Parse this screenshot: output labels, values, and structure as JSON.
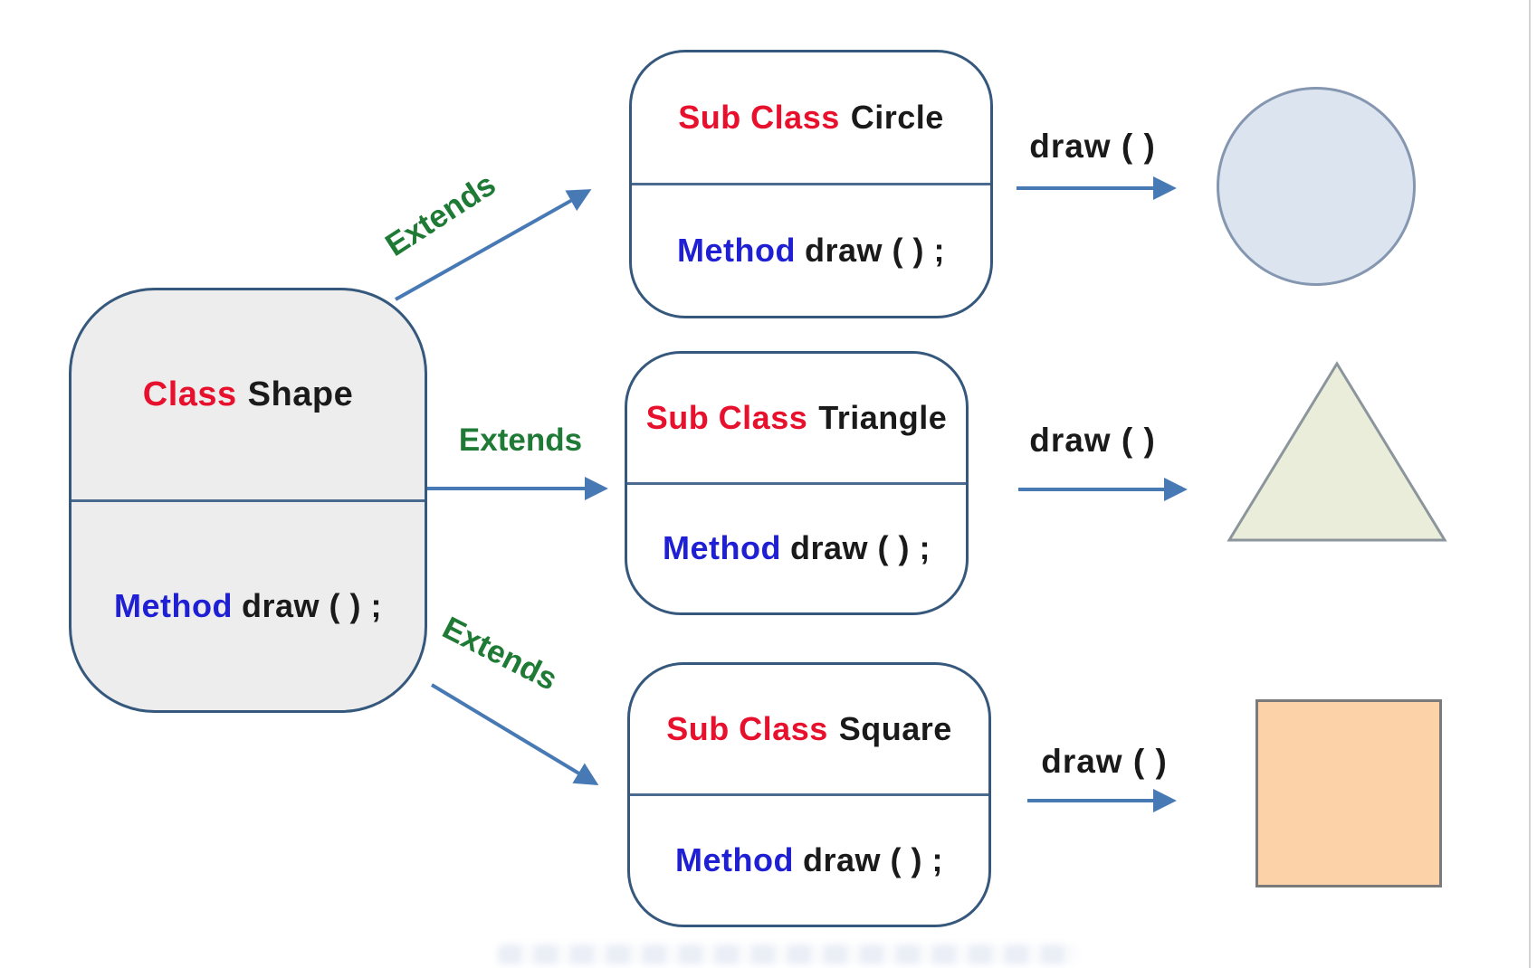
{
  "colors": {
    "box-border": "#35587c",
    "divider": "#4a6a8f",
    "main-box-fill": "#ededee",
    "subclass-box-fill": "#ffffff",
    "keyword-red": "#e8112d",
    "keyword-blue": "#1f1fd4",
    "text-black": "#1a1a1a",
    "extends-green": "#1e7a34",
    "arrow-blue": "#4779b5",
    "circle-fill": "#dce4f0",
    "circle-stroke": "#8496b0",
    "triangle-fill": "#e9edda",
    "triangle-stroke": "#8b959b",
    "square-fill": "#fcd2a9",
    "square-stroke": "#7a7a7a"
  },
  "main_class": {
    "keyword": "Class",
    "name": "Shape",
    "method_keyword": "Method",
    "method_signature": "draw ( ) ;"
  },
  "subclasses": [
    {
      "keyword": "Sub Class",
      "name": "Circle",
      "method_keyword": "Method",
      "method_signature": "draw ( ) ;",
      "relation_label": "Extends",
      "call_label": "draw ( )",
      "result_shape": "circle"
    },
    {
      "keyword": "Sub Class",
      "name": "Triangle",
      "method_keyword": "Method",
      "method_signature": "draw ( ) ;",
      "relation_label": "Extends",
      "call_label": "draw ( )",
      "result_shape": "triangle"
    },
    {
      "keyword": "Sub Class",
      "name": "Square",
      "method_keyword": "Method",
      "method_signature": "draw ( ) ;",
      "relation_label": "Extends",
      "call_label": "draw ( )",
      "result_shape": "square"
    }
  ]
}
